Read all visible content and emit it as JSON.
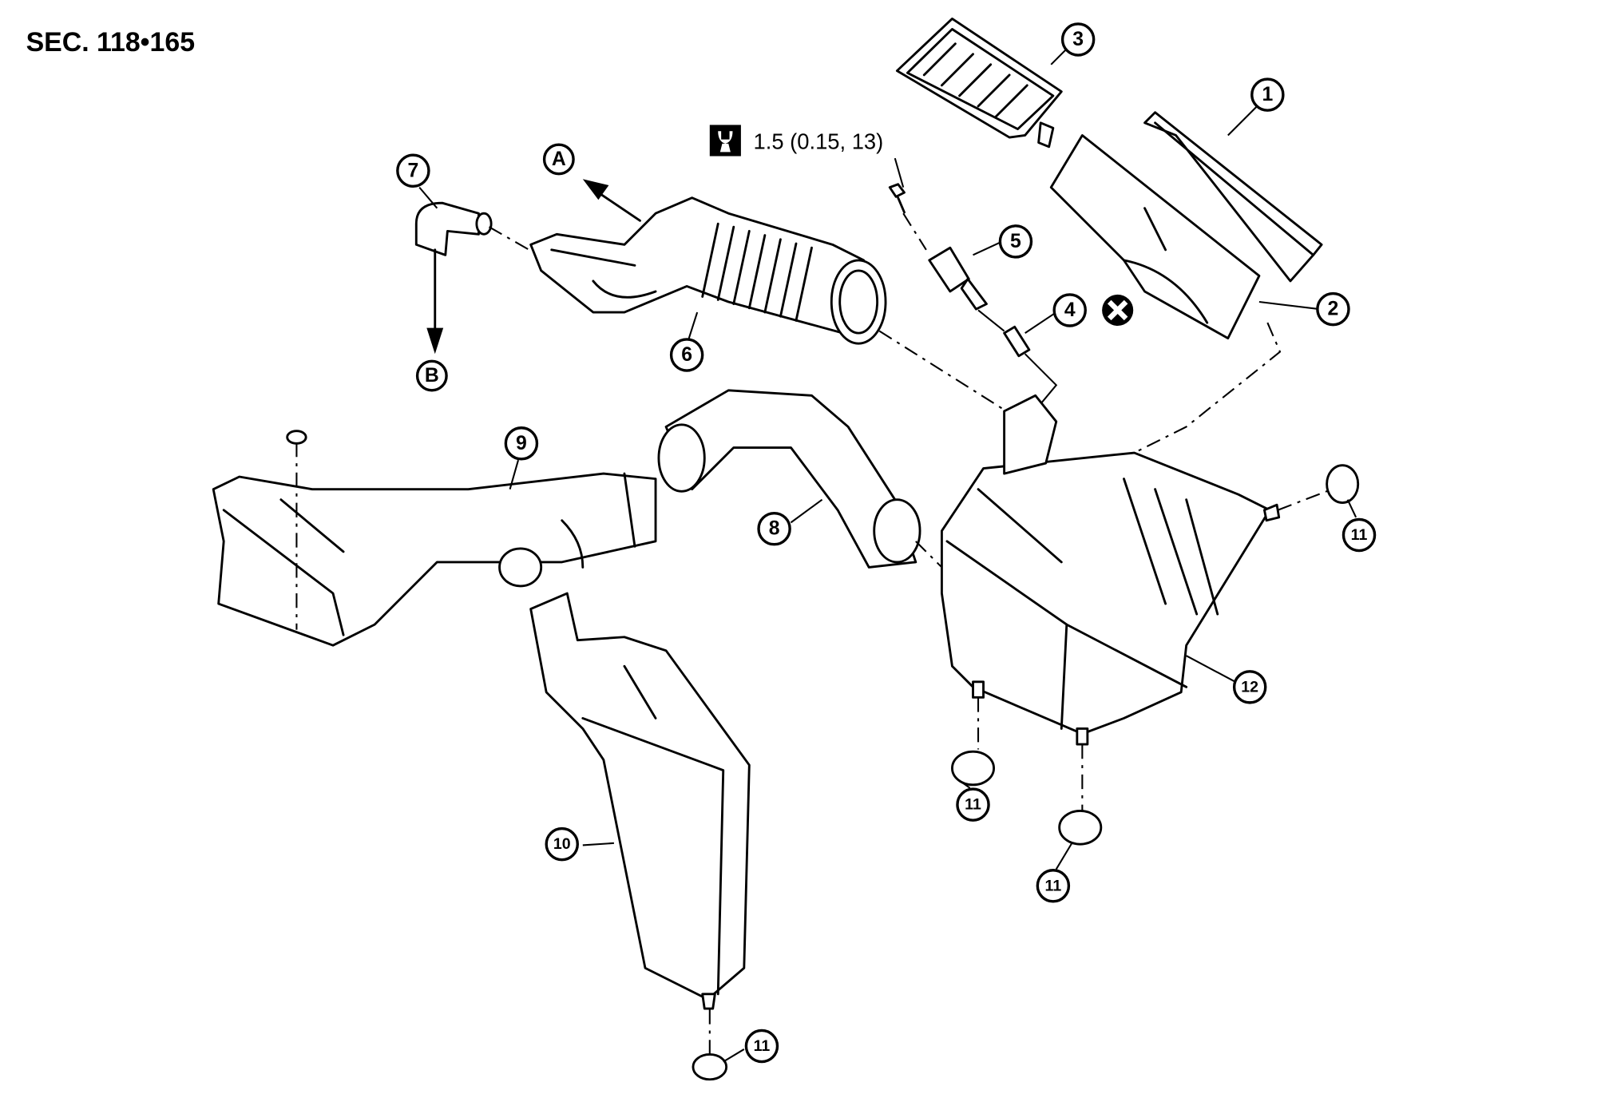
{
  "title": "SEC. 118•165",
  "torque": {
    "icon": "torque-wrench-icon",
    "value": "1.5 (0.15, 13)"
  },
  "callouts": {
    "c1": "1",
    "c2": "2",
    "c3": "3",
    "c4": "4",
    "c5": "5",
    "c6": "6",
    "c7": "7",
    "c8": "8",
    "c9": "9",
    "c10": "10",
    "c11": "11",
    "c12": "12",
    "a": "A",
    "b": "B"
  },
  "symbols": {
    "do_not_reuse": "do-not-reuse-icon"
  }
}
